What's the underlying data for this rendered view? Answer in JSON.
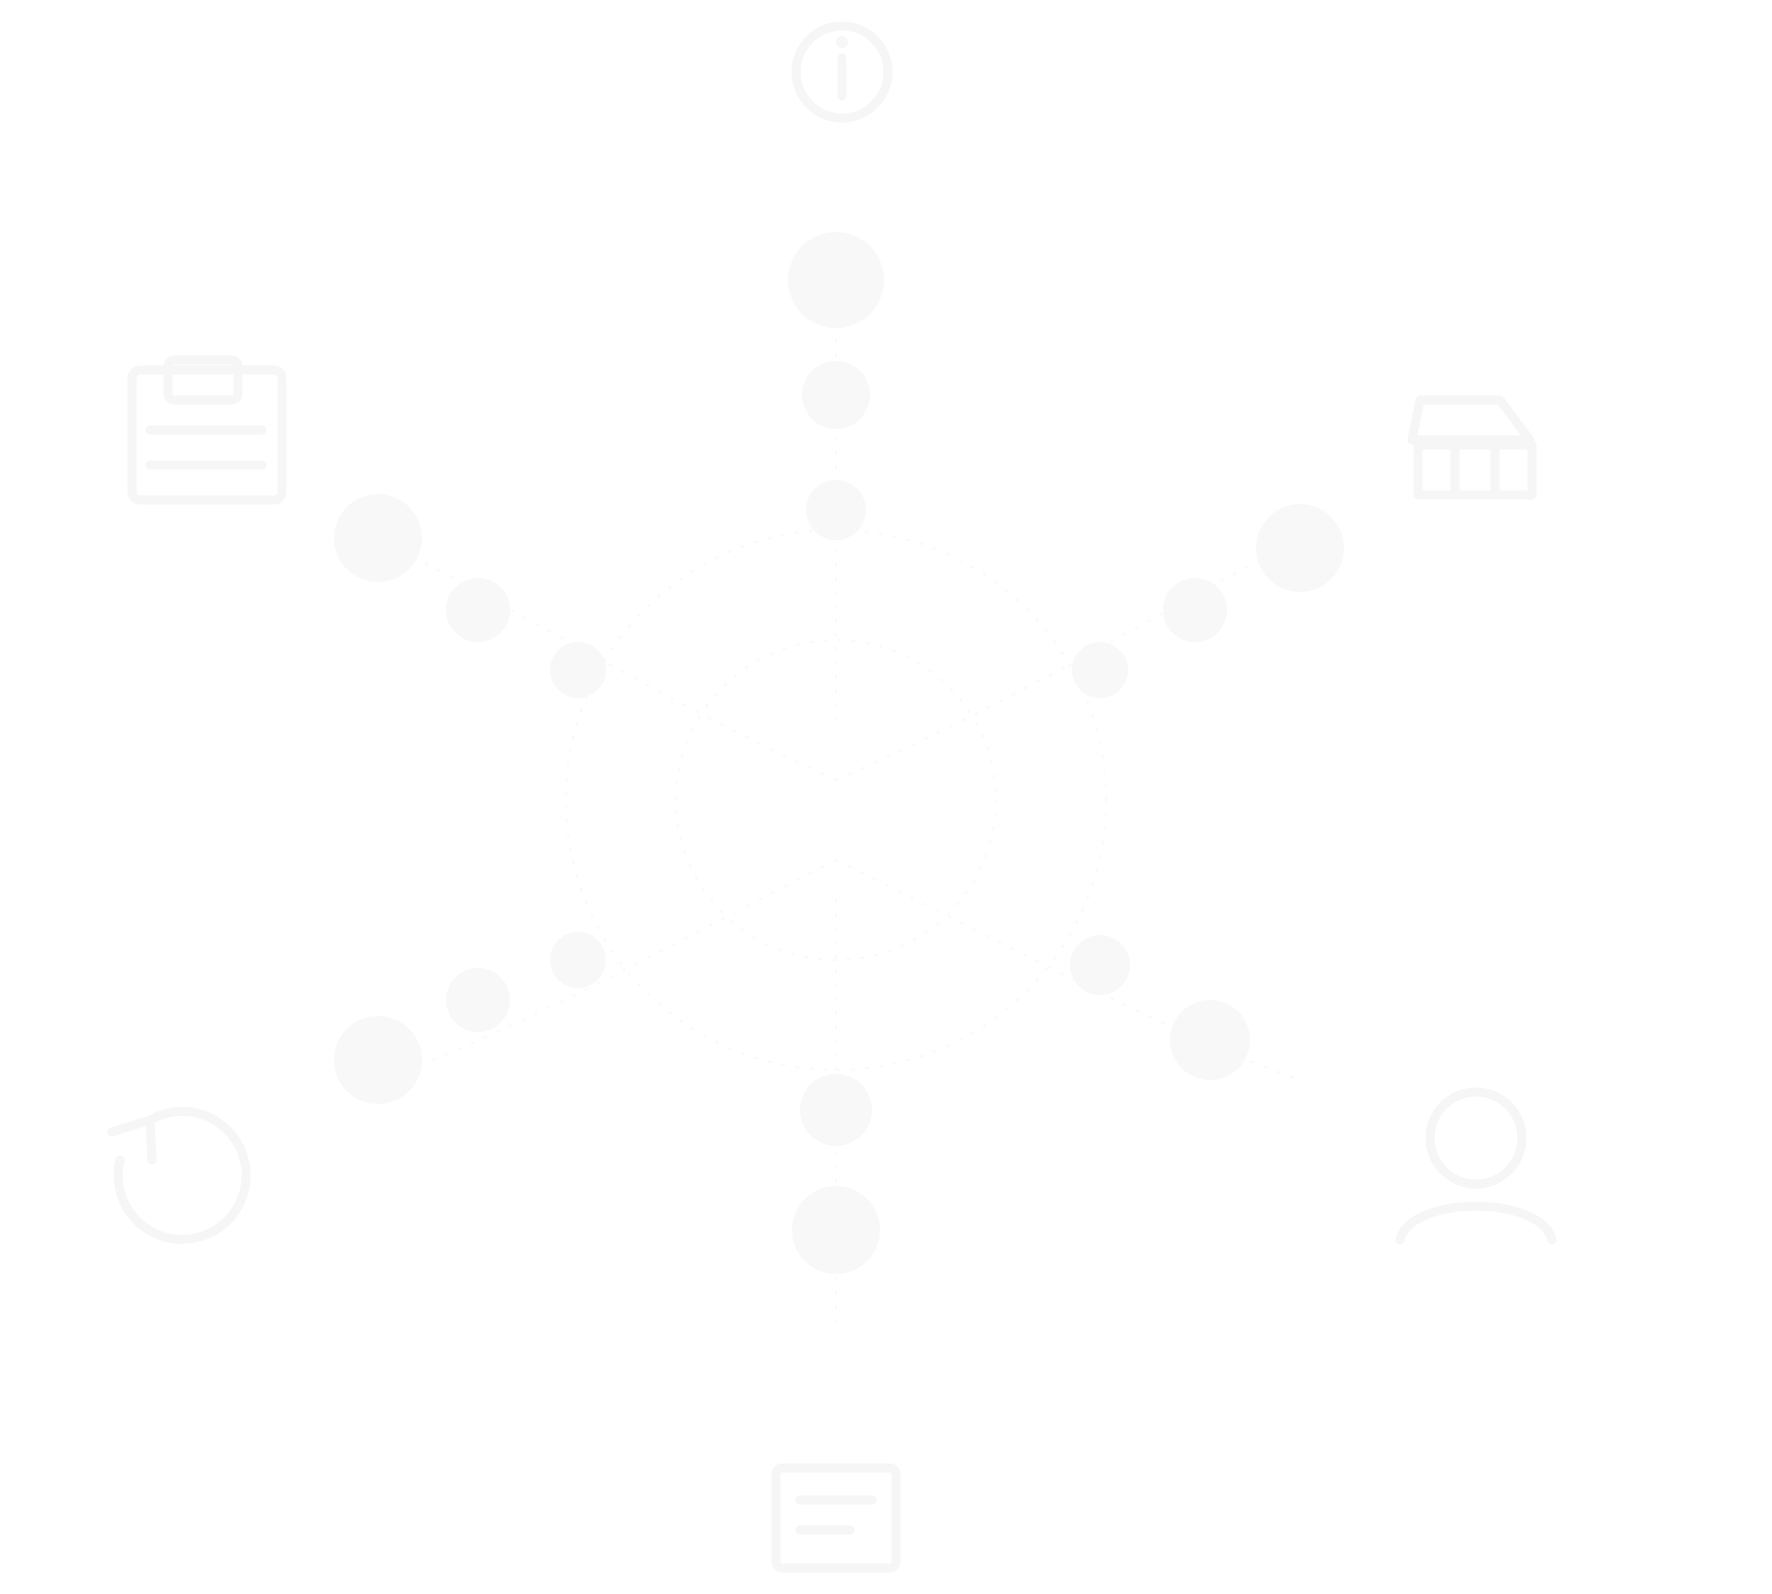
{
  "colors": {
    "background": "#ffffff",
    "ink": "#f7f7f7"
  },
  "nodes": [
    {
      "id": "top",
      "icon": "info-circle-icon",
      "label_lines": [
        "",
        ""
      ]
    },
    {
      "id": "left-upper",
      "icon": "building-icon",
      "label_lines": [
        ""
      ]
    },
    {
      "id": "right-upper",
      "icon": "shop-icon",
      "label_lines": [
        "",
        "",
        ""
      ]
    },
    {
      "id": "left-lower",
      "icon": "refresh-icon",
      "label_lines": [
        ""
      ]
    },
    {
      "id": "right-lower",
      "icon": "person-icon",
      "label_lines": [
        "",
        ""
      ]
    },
    {
      "id": "bottom",
      "icon": "document-icon",
      "label_lines": [
        "",
        ""
      ]
    }
  ]
}
